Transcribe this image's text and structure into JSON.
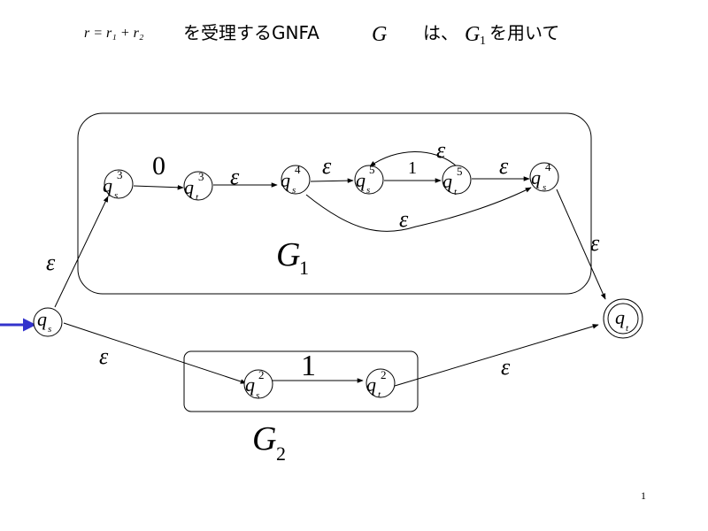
{
  "title": {
    "formula": "r = r₁ + r₂",
    "text": "を受理するGNFA",
    "var_g": "G",
    "text2": "は、",
    "g1_base": "G",
    "g1_sub": "1",
    "text3": "を用いて"
  },
  "groups": {
    "g1": {
      "base": "G",
      "sub": "1"
    },
    "g2": {
      "base": "G",
      "sub": "2"
    }
  },
  "states": {
    "qs": {
      "base": "q",
      "sub": "s",
      "sup": ""
    },
    "qs3": {
      "base": "q",
      "sub": "s",
      "sup": "3"
    },
    "qt3": {
      "base": "q",
      "sub": "t",
      "sup": "3"
    },
    "qs4": {
      "base": "q",
      "sub": "s",
      "sup": "4"
    },
    "qs5": {
      "base": "q",
      "sub": "s",
      "sup": "5"
    },
    "qt5": {
      "base": "q",
      "sub": "t",
      "sup": "5"
    },
    "qt4": {
      "base": "q",
      "sub": "s",
      "sup": "4"
    },
    "qs2": {
      "base": "q",
      "sub": "s",
      "sup": "2"
    },
    "qt2": {
      "base": "q",
      "sub": "t",
      "sup": "2"
    },
    "qt": {
      "base": "q",
      "sub": "t",
      "sup": ""
    }
  },
  "labels": {
    "zero": "0",
    "one_small": "1",
    "one_large": "1",
    "epsilon": "ε"
  },
  "page_number": "1",
  "colors": {
    "start_arrow": "#3333cc",
    "stroke": "#000000"
  }
}
